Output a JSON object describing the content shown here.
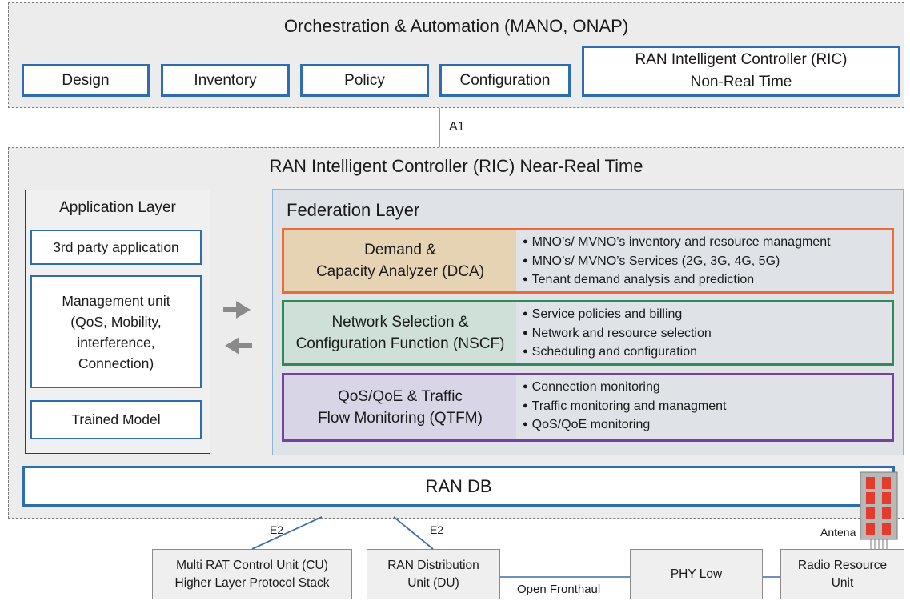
{
  "orchestration": {
    "title": "Orchestration & Automation (MANO, ONAP)",
    "boxes": [
      "Design",
      "Inventory",
      "Policy",
      "Configuration"
    ],
    "ric_non_rt": [
      "RAN Intelligent Controller (RIC)",
      "Non-Real Time"
    ]
  },
  "interfaces": {
    "a1": "A1",
    "e2_cu": "E2",
    "e2_du": "E2",
    "fronthaul": "Open Fronthaul"
  },
  "near_rt": {
    "title": "RAN Intelligent Controller (RIC) Near-Real Time",
    "application_layer": {
      "title": "Application Layer",
      "third_party": "3rd party application",
      "management": [
        "Management unit",
        "(QoS, Mobility,",
        "interference,",
        "Connection)"
      ],
      "trained_model": "Trained Model"
    },
    "federation_layer": {
      "title": "Federation Layer",
      "functions": [
        {
          "name": [
            "Demand &",
            "Capacity Analyzer (DCA)"
          ],
          "color": "#ed6b35",
          "fill": "#e6d3b3",
          "items": [
            "MNO’s/ MVNO’s inventory and resource managment",
            "MNO’s/ MVNO’s Services (2G, 3G, 4G, 5G)",
            "Tenant demand analysis and prediction"
          ]
        },
        {
          "name": [
            "Network Selection &",
            "Configuration Function (NSCF)"
          ],
          "color": "#2e8b57",
          "fill": "#cfe0d9",
          "items": [
            "Service policies and billing",
            "Network and resource selection",
            "Scheduling and configuration"
          ]
        },
        {
          "name": [
            "QoS/QoE & Traffic",
            "Flow Monitoring (QTFM)"
          ],
          "color": "#7b3fa0",
          "fill": "#d8d5e6",
          "items": [
            "Connection monitoring",
            "Traffic monitoring and managment",
            "QoS/QoE monitoring"
          ]
        }
      ]
    },
    "ran_db": "RAN DB"
  },
  "bottom": {
    "cu": [
      "Multi RAT Control Unit (CU)",
      "Higher Layer Protocol Stack"
    ],
    "du": [
      "RAN Distribution",
      "Unit (DU)"
    ],
    "phy": "PHY Low",
    "rru": [
      "Radio Resource",
      "Unit"
    ],
    "antenna_label": "Antena"
  },
  "colors": {
    "blue": "#2e6db0",
    "arrow": "#8a8a8a",
    "antenna_red": "#e33b2c"
  }
}
